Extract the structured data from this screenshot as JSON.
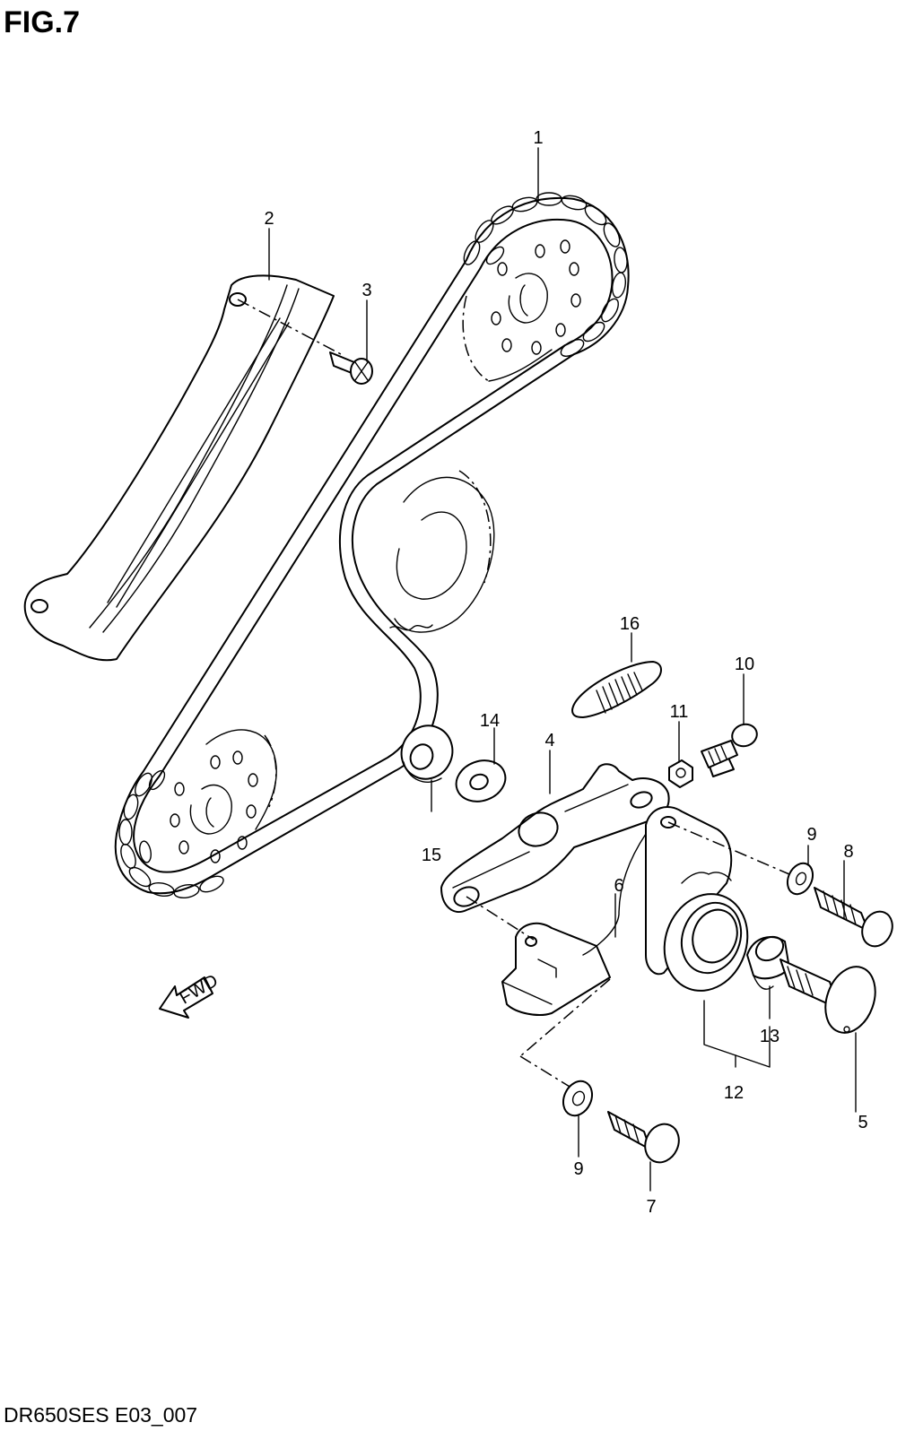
{
  "figure": {
    "title": "FIG.7",
    "footer_code": "DR650SES E03_007",
    "fwd_label": "FWD"
  },
  "callouts": [
    {
      "id": "c1",
      "label": "1"
    },
    {
      "id": "c2",
      "label": "2"
    },
    {
      "id": "c3",
      "label": "3"
    },
    {
      "id": "c4",
      "label": "4"
    },
    {
      "id": "c5",
      "label": "5"
    },
    {
      "id": "c6",
      "label": "6"
    },
    {
      "id": "c7",
      "label": "7"
    },
    {
      "id": "c8",
      "label": "8"
    },
    {
      "id": "c9a",
      "label": "9"
    },
    {
      "id": "c9b",
      "label": "9"
    },
    {
      "id": "c10",
      "label": "10"
    },
    {
      "id": "c11",
      "label": "11"
    },
    {
      "id": "c12",
      "label": "12"
    },
    {
      "id": "c13",
      "label": "13"
    },
    {
      "id": "c14",
      "label": "14"
    },
    {
      "id": "c15",
      "label": "15"
    },
    {
      "id": "c16",
      "label": "16"
    }
  ]
}
